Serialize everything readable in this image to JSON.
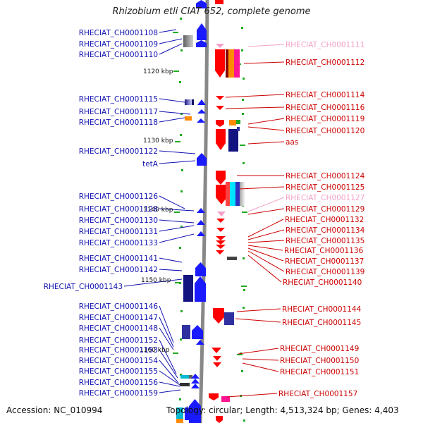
{
  "title": "Rhizobium etli CIAT 652, complete genome",
  "accession": "Accession: NC_010994",
  "topology": "Topology: circular; Length: 4,513,324 bp; Genes: 4,403",
  "colors": {
    "minus_strand_label": "#1010b0",
    "plus_strand_label": "#cc0000",
    "plus_strand_faded_label": "#f4a0c8",
    "backbone": "#888888",
    "tick": "#22aa22"
  },
  "kbp_labels": [
    "1120 kbp",
    "1130 kbp",
    "1140 kbp",
    "1150 kbp",
    "1160 kbp"
  ],
  "left_labels": [
    "RHECIAT_CH0001108",
    "RHECIAT_CH0001109",
    "RHECIAT_CH0001110",
    "RHECIAT_CH0001115",
    "RHECIAT_CH0001117",
    "RHECIAT_CH0001118",
    "RHECIAT_CH0001122",
    "tetA",
    "RHECIAT_CH0001126",
    "RHECIAT_CH0001128",
    "RHECIAT_CH0001130",
    "RHECIAT_CH0001131",
    "RHECIAT_CH0001133",
    "RHECIAT_CH0001141",
    "RHECIAT_CH0001142",
    "RHECIAT_CH0001143",
    "RHECIAT_CH0001146",
    "RHECIAT_CH0001147",
    "RHECIAT_CH0001148",
    "RHECIAT_CH0001152",
    "RHECIAT_CH0001153",
    "RHECIAT_CH0001154",
    "RHECIAT_CH0001155",
    "RHECIAT_CH0001156",
    "RHECIAT_CH0001159"
  ],
  "right_labels": [
    "RHECIAT_CH0001111",
    "RHECIAT_CH0001112",
    "RHECIAT_CH0001114",
    "RHECIAT_CH0001116",
    "RHECIAT_CH0001119",
    "RHECIAT_CH0001120",
    "aas",
    "RHECIAT_CH0001124",
    "RHECIAT_CH0001125",
    "RHECIAT_CH0001127",
    "RHECIAT_CH0001129",
    "RHECIAT_CH0001132",
    "RHECIAT_CH0001134",
    "RHECIAT_CH0001135",
    "RHECIAT_CH0001136",
    "RHECIAT_CH0001137",
    "RHECIAT_CH0001139",
    "RHECIAT_CH0001140",
    "RHECIAT_CH0001144",
    "RHECIAT_CH0001145",
    "RHECIAT_CH0001149",
    "RHECIAT_CH0001150",
    "RHECIAT_CH0001151",
    "RHECIAT_CH0001157"
  ]
}
